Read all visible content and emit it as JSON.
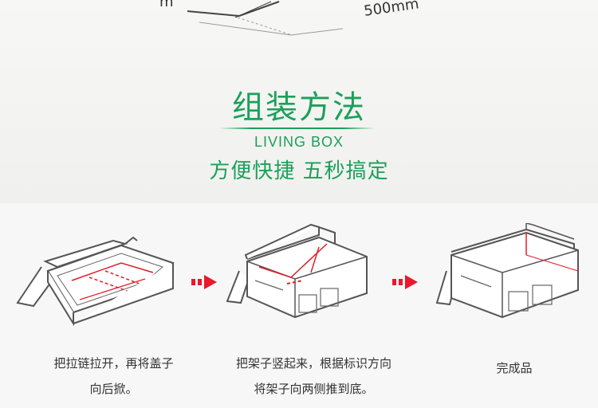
{
  "dimension": {
    "width_label": "500mm",
    "cut_label": "m"
  },
  "section": {
    "title": "组装方法",
    "subtitle": "LIVING BOX",
    "slogan": "方便快捷 五秒搞定"
  },
  "steps": [
    {
      "caption_line1": "把拉链拉开，再将盖子",
      "caption_line2": "向后掀。"
    },
    {
      "caption_line1": "把架子竖起来，根据标识方向",
      "caption_line2": "将架子向两侧推到底。"
    },
    {
      "caption_line1": "完成品",
      "caption_line2": ""
    }
  ],
  "colors": {
    "accent_green": "#1ba05a",
    "arrow_red": "#e8192c",
    "guide_red": "#e21b2c",
    "outline": "#555555"
  }
}
